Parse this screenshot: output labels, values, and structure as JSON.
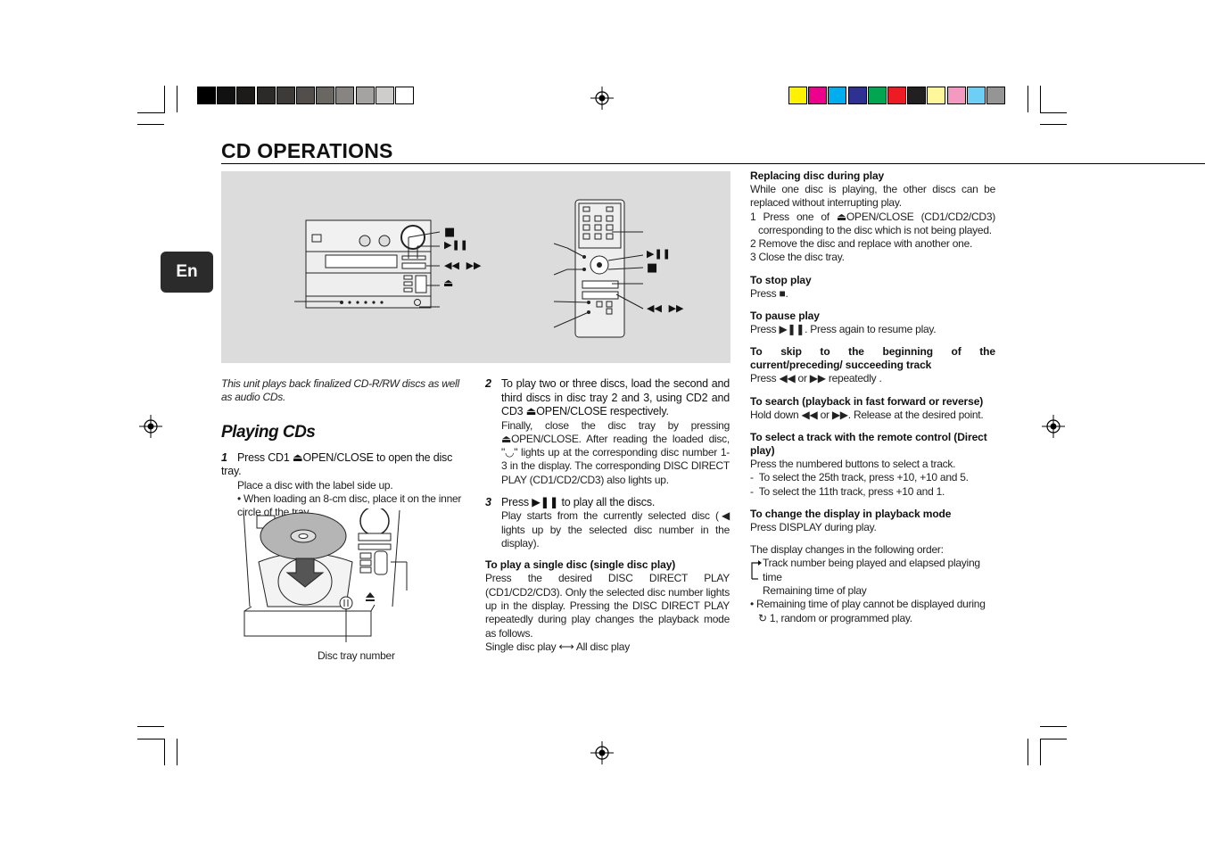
{
  "page": {
    "title": "CD OPERATIONS",
    "lang_tab": "En"
  },
  "colors": {
    "gray_swatches": [
      "#000000",
      "#111111",
      "#1e1a18",
      "#2d2926",
      "#3d3a37",
      "#524e4b",
      "#6a6662",
      "#878481",
      "#a5a3a1",
      "#cfcdcc",
      "#ffffff"
    ],
    "color_swatches": [
      "#fff200",
      "#ec008c",
      "#00aeef",
      "#2e3192",
      "#00a651",
      "#ed1c24",
      "#231f20",
      "#fff799",
      "#f49ac1",
      "#6dcff6",
      "#959595"
    ],
    "figure_bg": "#dcdcdc"
  },
  "figure": {
    "unit_labels": [
      "■",
      "▶❚❚",
      "◀◀  ▶▶",
      "⏏"
    ],
    "remote_labels": [
      "▶❚❚",
      "■",
      "◀◀  ▶▶"
    ],
    "tray_caption": "Disc tray number"
  },
  "left": {
    "intro": "This unit plays back finalized CD-R/RW discs as well as audio CDs.",
    "section_title": "Playing CDs",
    "step1_num": "1",
    "step1_text": "Press CD1 ⏏OPEN/CLOSE to open the disc tray.",
    "step1_sub1": "Place a disc with the label side up.",
    "step1_sub2": "• When loading an 8-cm disc, place it on the inner circle of the tray."
  },
  "middle": {
    "step2_num": "2",
    "step2_text": "To play two or three discs, load the second and third discs in disc tray 2 and 3, using CD2 and CD3 ⏏OPEN/CLOSE respectively.",
    "step2_sub": "Finally, close the disc tray by pressing ⏏OPEN/CLOSE. After reading the loaded disc, \"◡\" lights up at the corresponding disc number 1-3 in the display. The corresponding DISC DIRECT PLAY (CD1/CD2/CD3) also lights up.",
    "step3_num": "3",
    "step3_text": "Press ▶❚❚ to play all the discs.",
    "step3_sub": "Play starts from the currently selected disc (◀ lights up by the selected disc number in the display).",
    "single_head": "To play a single disc (single disc play)",
    "single_body": "Press the desired DISC DIRECT PLAY (CD1/CD2/CD3). Only the selected disc number lights up in the display. Pressing the DISC DIRECT PLAY repeatedly during play changes the playback mode as follows.",
    "single_modes": "Single disc play ⟷ All disc play"
  },
  "right": {
    "replace_head": "Replacing disc during play",
    "replace_body": "While one disc is playing, the other discs can be replaced without interrupting play.",
    "replace_1": "1 Press one of ⏏OPEN/CLOSE (CD1/CD2/CD3) corresponding to the disc which is not being played.",
    "replace_2": "2 Remove the disc and replace with another one.",
    "replace_3": "3 Close the disc tray.",
    "stop_head": "To stop play",
    "stop_body": "Press ■.",
    "pause_head": "To pause play",
    "pause_body": "Press ▶❚❚. Press again to resume play.",
    "skip_head": "To skip to the beginning of the current/preceding/ succeeding track",
    "skip_body": "Press ◀◀ or ▶▶ repeatedly .",
    "search_head": "To search (playback in fast forward or reverse)",
    "search_body": "Hold down ◀◀ or ▶▶. Release at the desired point.",
    "direct_head": "To select a track with the remote control (Direct play)",
    "direct_body": "Press the numbered buttons to select a track.",
    "direct_1": "-  To select the 25th track, press +10, +10 and 5.",
    "direct_2": "-  To select the 11th track, press +10 and 1.",
    "display_head": "To change the display in playback mode",
    "display_body": "Press DISPLAY during play.",
    "order_intro": "The display changes in the following order:",
    "order_1": "Track number being played and elapsed playing time",
    "order_2": "Remaining time of play",
    "note": "• Remaining time of play cannot be displayed during ↻ 1, random or programmed play."
  }
}
